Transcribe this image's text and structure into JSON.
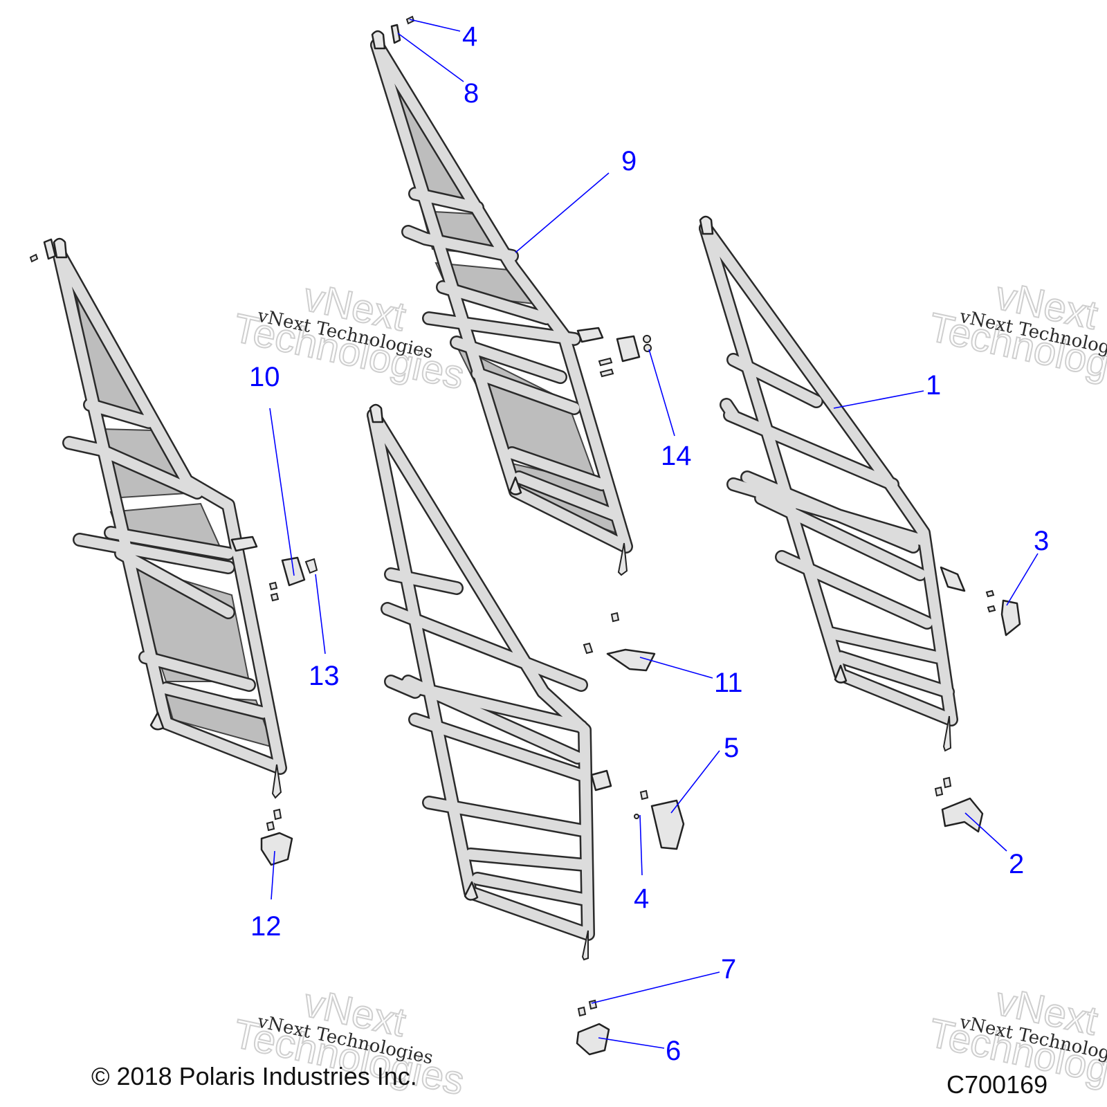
{
  "diagram": {
    "callouts": [
      {
        "id": "c1",
        "label": "1"
      },
      {
        "id": "c2",
        "label": "2"
      },
      {
        "id": "c3",
        "label": "3"
      },
      {
        "id": "c4a",
        "label": "4"
      },
      {
        "id": "c4b",
        "label": "4"
      },
      {
        "id": "c5",
        "label": "5"
      },
      {
        "id": "c6",
        "label": "6"
      },
      {
        "id": "c7",
        "label": "7"
      },
      {
        "id": "c8",
        "label": "8"
      },
      {
        "id": "c9",
        "label": "9"
      },
      {
        "id": "c10",
        "label": "10"
      },
      {
        "id": "c11",
        "label": "11"
      },
      {
        "id": "c12",
        "label": "12"
      },
      {
        "id": "c13",
        "label": "13"
      },
      {
        "id": "c14",
        "label": "14"
      }
    ],
    "watermark": {
      "line": "vNext Technologies",
      "big_top": "vNext",
      "big_bottom": "Technologies"
    },
    "copyright": "© 2018 Polaris Industries Inc.",
    "part_code": "C700169",
    "colors": {
      "callout": "#0000ff",
      "frame": "#2a2a2a",
      "panel": "#bdbdbd"
    }
  }
}
